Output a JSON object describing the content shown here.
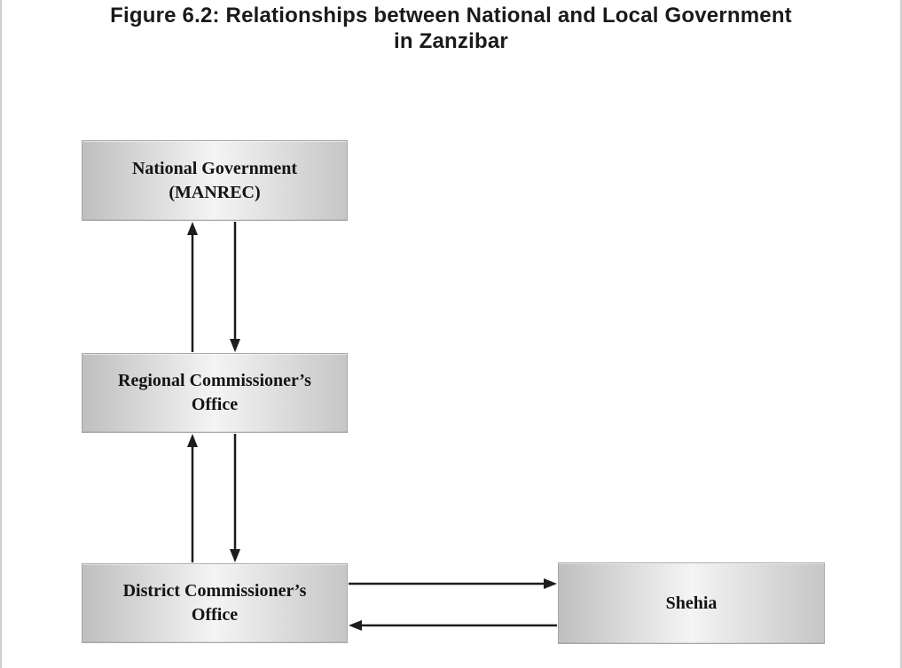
{
  "title": {
    "line1": "Figure 6.2: Relationships between National and Local Government",
    "line2": "in Zanzibar"
  },
  "nodes": [
    {
      "id": "national",
      "line1": "National Government",
      "line2": "(MANREC)"
    },
    {
      "id": "regional",
      "line1": "Regional Commissioner’s",
      "line2": "Office"
    },
    {
      "id": "district",
      "line1": "District Commissioner’s",
      "line2": "Office"
    },
    {
      "id": "shehia",
      "line1": "Shehia",
      "line2": ""
    }
  ],
  "edges": [
    {
      "from": "regional",
      "to": "national",
      "direction": "up"
    },
    {
      "from": "national",
      "to": "regional",
      "direction": "down"
    },
    {
      "from": "district",
      "to": "regional",
      "direction": "up"
    },
    {
      "from": "regional",
      "to": "district",
      "direction": "down"
    },
    {
      "from": "district",
      "to": "shehia",
      "direction": "right"
    },
    {
      "from": "shehia",
      "to": "district",
      "direction": "left"
    }
  ],
  "colors": {
    "arrow": "#1d1d1d",
    "text": "#141414",
    "box_gradient_edge": "#bfbfbf",
    "box_gradient_center": "#f4f4f4",
    "box_border": "#a8a8a8",
    "page_border": "#cfcfcf",
    "background": "#ffffff"
  }
}
